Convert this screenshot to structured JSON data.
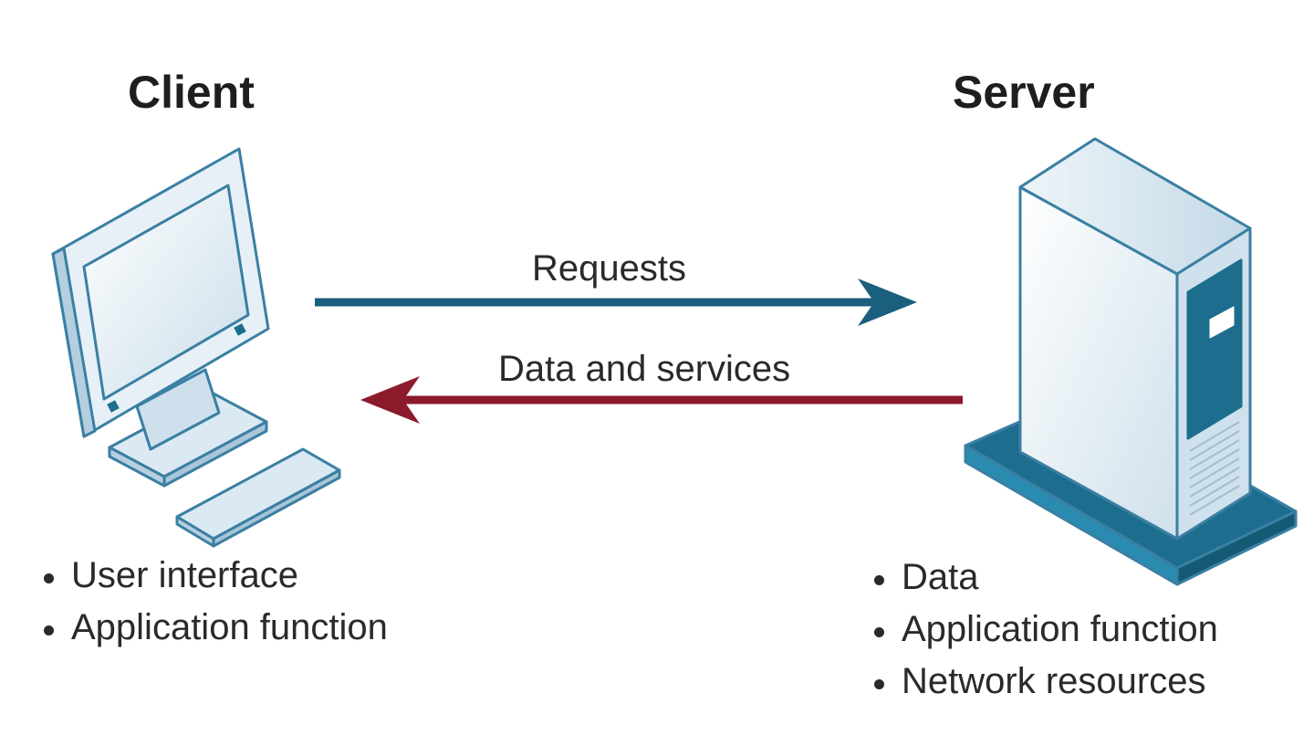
{
  "client": {
    "title": "Client",
    "bullets": [
      "User interface",
      "Application function"
    ],
    "icon": "computer-icon"
  },
  "server": {
    "title": "Server",
    "bullets": [
      "Data",
      "Application function",
      "Network resources"
    ],
    "icon": "server-icon"
  },
  "arrows": {
    "request_label": "Requests",
    "response_label": "Data and services",
    "request_color": "#1b5f7e",
    "response_color": "#8b1a2b"
  },
  "colors": {
    "device_face": "#d9e8f1",
    "device_dark": "#1d6e8e",
    "outline": "#3b7fa3"
  }
}
